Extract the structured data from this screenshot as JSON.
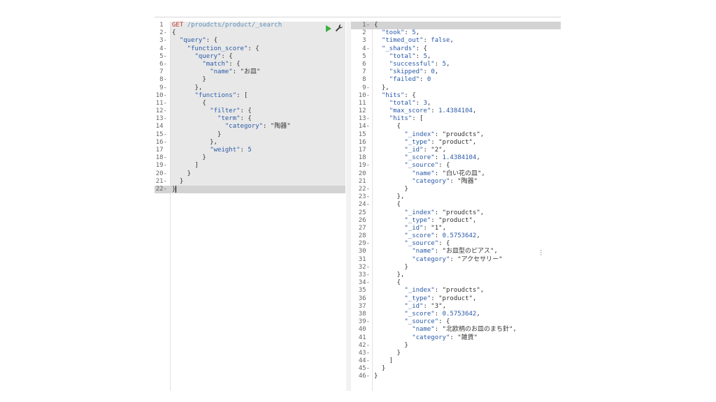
{
  "request": {
    "lines": [
      {
        "n": "1",
        "fold": "",
        "text": ""
      },
      {
        "n": "2",
        "fold": "-",
        "text": "{"
      },
      {
        "n": "3",
        "fold": "-",
        "text": "  \"query\": {"
      },
      {
        "n": "4",
        "fold": "-",
        "text": "    \"function_score\": {"
      },
      {
        "n": "5",
        "fold": "-",
        "text": "      \"query\": {"
      },
      {
        "n": "6",
        "fold": "-",
        "text": "        \"match\": {"
      },
      {
        "n": "7",
        "fold": "",
        "text": "          \"name\": \"お皿\""
      },
      {
        "n": "8",
        "fold": "-",
        "text": "        }"
      },
      {
        "n": "9",
        "fold": "-",
        "text": "      },"
      },
      {
        "n": "10",
        "fold": "-",
        "text": "      \"functions\": ["
      },
      {
        "n": "11",
        "fold": "-",
        "text": "        {"
      },
      {
        "n": "12",
        "fold": "-",
        "text": "          \"filter\": {"
      },
      {
        "n": "13",
        "fold": "-",
        "text": "            \"term\": {"
      },
      {
        "n": "14",
        "fold": "",
        "text": "              \"category\": \"陶器\""
      },
      {
        "n": "15",
        "fold": "-",
        "text": "            }"
      },
      {
        "n": "16",
        "fold": "-",
        "text": "          },"
      },
      {
        "n": "17",
        "fold": "",
        "text": "          \"weight\": 5"
      },
      {
        "n": "18",
        "fold": "-",
        "text": "        }"
      },
      {
        "n": "19",
        "fold": "-",
        "text": "      ]"
      },
      {
        "n": "20",
        "fold": "-",
        "text": "    }"
      },
      {
        "n": "21",
        "fold": "-",
        "text": "  }"
      },
      {
        "n": "22",
        "fold": "-",
        "text": "}"
      }
    ],
    "method": "GET",
    "url": "/proudcts/product/_search"
  },
  "response": {
    "lines": [
      {
        "n": "1",
        "fold": "-",
        "text": "{"
      },
      {
        "n": "2",
        "fold": "",
        "text": "  \"took\": 5,"
      },
      {
        "n": "3",
        "fold": "",
        "text": "  \"timed_out\": false,"
      },
      {
        "n": "4",
        "fold": "-",
        "text": "  \"_shards\": {"
      },
      {
        "n": "5",
        "fold": "",
        "text": "    \"total\": 5,"
      },
      {
        "n": "6",
        "fold": "",
        "text": "    \"successful\": 5,"
      },
      {
        "n": "7",
        "fold": "",
        "text": "    \"skipped\": 0,"
      },
      {
        "n": "8",
        "fold": "",
        "text": "    \"failed\": 0"
      },
      {
        "n": "9",
        "fold": "-",
        "text": "  },"
      },
      {
        "n": "10",
        "fold": "-",
        "text": "  \"hits\": {"
      },
      {
        "n": "11",
        "fold": "",
        "text": "    \"total\": 3,"
      },
      {
        "n": "12",
        "fold": "",
        "text": "    \"max_score\": 1.4384104,"
      },
      {
        "n": "13",
        "fold": "-",
        "text": "    \"hits\": ["
      },
      {
        "n": "14",
        "fold": "-",
        "text": "      {"
      },
      {
        "n": "15",
        "fold": "",
        "text": "        \"_index\": \"proudcts\","
      },
      {
        "n": "16",
        "fold": "",
        "text": "        \"_type\": \"product\","
      },
      {
        "n": "17",
        "fold": "",
        "text": "        \"_id\": \"2\","
      },
      {
        "n": "18",
        "fold": "",
        "text": "        \"_score\": 1.4384104,"
      },
      {
        "n": "19",
        "fold": "-",
        "text": "        \"_source\": {"
      },
      {
        "n": "20",
        "fold": "",
        "text": "          \"name\": \"白い花の皿\","
      },
      {
        "n": "21",
        "fold": "",
        "text": "          \"category\": \"陶器\""
      },
      {
        "n": "22",
        "fold": "-",
        "text": "        }"
      },
      {
        "n": "23",
        "fold": "-",
        "text": "      },"
      },
      {
        "n": "24",
        "fold": "-",
        "text": "      {"
      },
      {
        "n": "25",
        "fold": "",
        "text": "        \"_index\": \"proudcts\","
      },
      {
        "n": "26",
        "fold": "",
        "text": "        \"_type\": \"product\","
      },
      {
        "n": "27",
        "fold": "",
        "text": "        \"_id\": \"1\","
      },
      {
        "n": "28",
        "fold": "",
        "text": "        \"_score\": 0.5753642,"
      },
      {
        "n": "29",
        "fold": "-",
        "text": "        \"_source\": {"
      },
      {
        "n": "30",
        "fold": "",
        "text": "          \"name\": \"お皿型のピアス\","
      },
      {
        "n": "31",
        "fold": "",
        "text": "          \"category\": \"アクセサリー\""
      },
      {
        "n": "32",
        "fold": "-",
        "text": "        }"
      },
      {
        "n": "33",
        "fold": "-",
        "text": "      },"
      },
      {
        "n": "34",
        "fold": "-",
        "text": "      {"
      },
      {
        "n": "35",
        "fold": "",
        "text": "        \"_index\": \"proudcts\","
      },
      {
        "n": "36",
        "fold": "",
        "text": "        \"_type\": \"product\","
      },
      {
        "n": "37",
        "fold": "",
        "text": "        \"_id\": \"3\","
      },
      {
        "n": "38",
        "fold": "",
        "text": "        \"_score\": 0.5753642,"
      },
      {
        "n": "39",
        "fold": "-",
        "text": "        \"_source\": {"
      },
      {
        "n": "40",
        "fold": "",
        "text": "          \"name\": \"北欧柄のお皿のまち針\","
      },
      {
        "n": "41",
        "fold": "",
        "text": "          \"category\": \"雑貨\""
      },
      {
        "n": "42",
        "fold": "-",
        "text": "        }"
      },
      {
        "n": "43",
        "fold": "-",
        "text": "      }"
      },
      {
        "n": "44",
        "fold": "-",
        "text": "    ]"
      },
      {
        "n": "45",
        "fold": "-",
        "text": "  }"
      },
      {
        "n": "46",
        "fold": "-",
        "text": "}"
      }
    ]
  },
  "toolbar": {
    "run_icon": "play-icon",
    "settings_icon": "wrench-icon",
    "run_color": "#3cb043"
  },
  "colors": {
    "method": "#c0392b",
    "url": "#5b8fb9",
    "key": "#2a5aa8",
    "editor_bg": "#e8e8e8",
    "active_line": "#d3d3d3"
  }
}
